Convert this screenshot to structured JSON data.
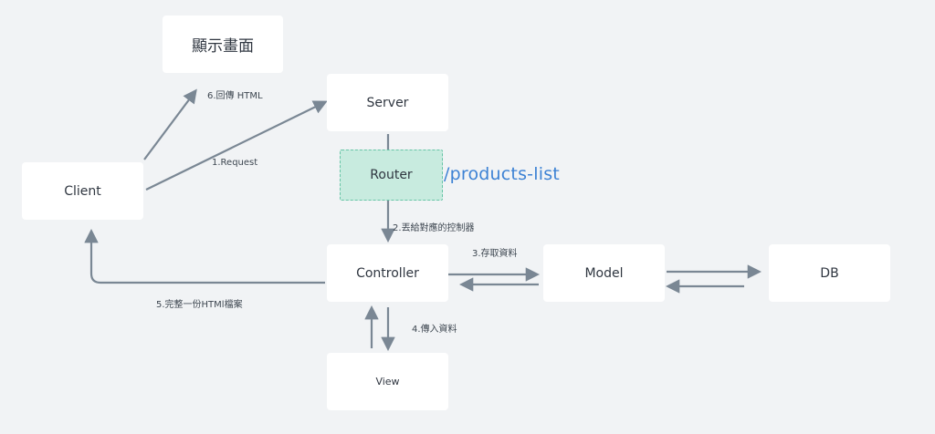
{
  "nodes": {
    "display": "顯示畫面",
    "server": "Server",
    "client": "Client",
    "router": "Router",
    "controller": "Controller",
    "model": "Model",
    "db": "DB",
    "view": "View"
  },
  "route_path": "/products-list",
  "edge_labels": {
    "request": "1.Request",
    "dispatch": "2.丟給對應的控制器",
    "store_fetch": "3.存取資料",
    "pass_data": "4.傳入資料",
    "full_html": "5.完整一份HTMl檔案",
    "return_html": "6.回傳 HTML"
  },
  "colors": {
    "background": "#f1f3f5",
    "box": "#ffffff",
    "router_fill": "#c8ebdf",
    "router_border": "#67c4a6",
    "arrow": "#7a8794",
    "route_text": "#3d82d4"
  }
}
